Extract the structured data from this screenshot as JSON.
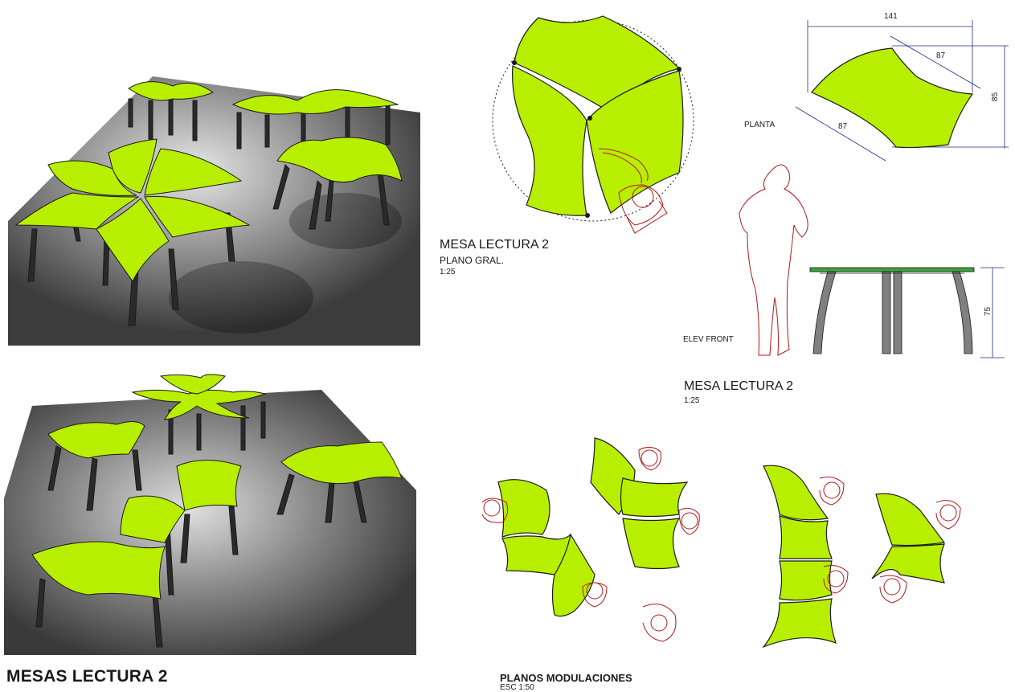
{
  "colors": {
    "tabletop": "#b8ef00",
    "outline": "#1a1a1a",
    "figure": "#b01818",
    "dimension": "#1c2a8c",
    "floor_dark": "#3a3a3a",
    "floor_light": "#cfcfcf",
    "leg": "#2a2a2a"
  },
  "main_title": "MESAS LECTURA 2",
  "plan_general": {
    "title": "MESA LECTURA 2",
    "subtitle": "PLANO GRAL.",
    "scale": "1:25"
  },
  "top_view": {
    "label": "PLANTA",
    "dim_width": "141",
    "dim_side_top": "87",
    "dim_side_bottom": "87",
    "dim_height": "85"
  },
  "elevation": {
    "label": "ELEV FRONT",
    "dim_height": "75",
    "title": "MESA LECTURA 2",
    "scale": "1:25"
  },
  "modulations": {
    "title": "PLANOS MODULACIONES",
    "scale": "ESC 1:50"
  }
}
